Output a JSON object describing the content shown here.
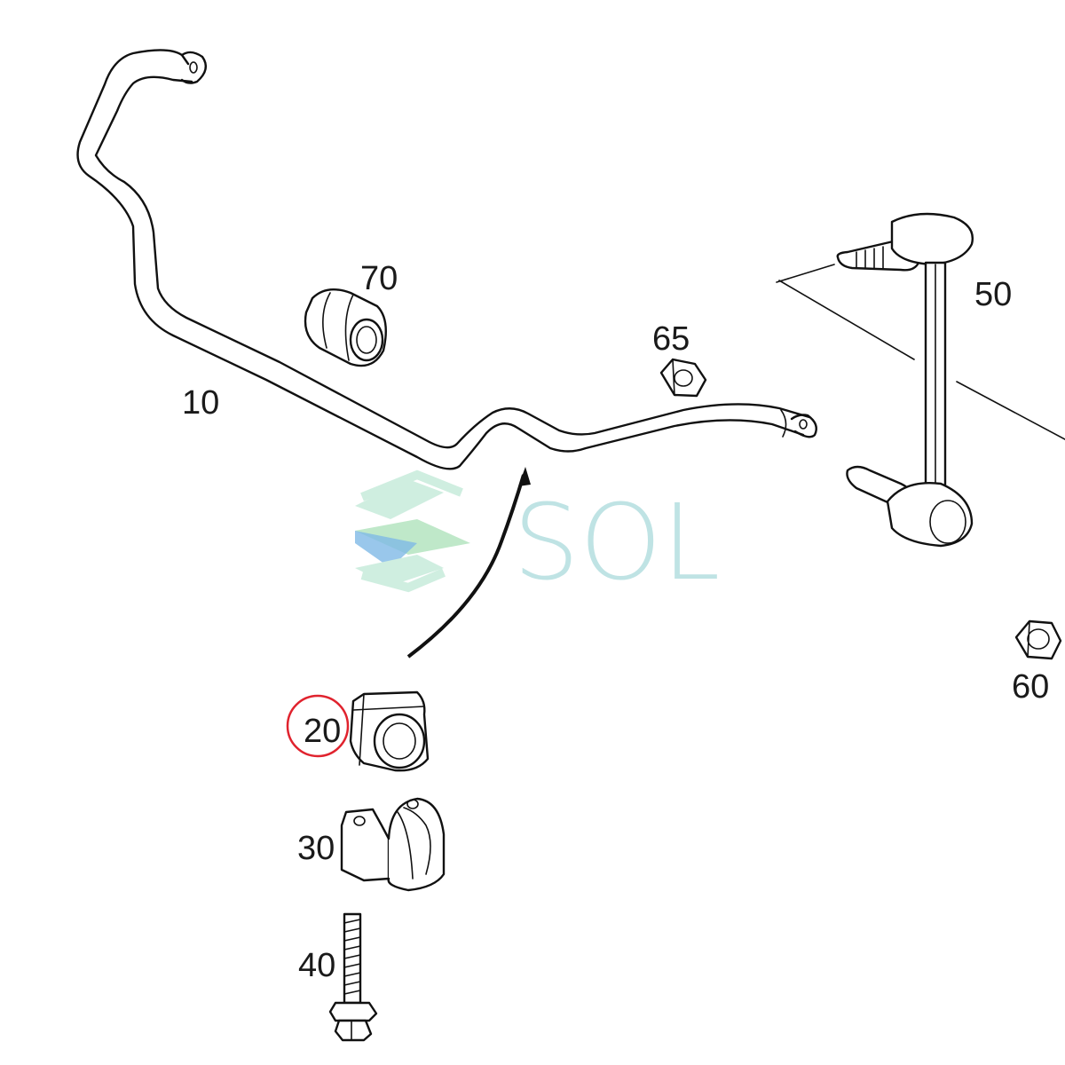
{
  "colors": {
    "line": "#111111",
    "highlight": "#e0232e",
    "watermark_text": "#bfe3e4",
    "watermark_blue": "#7fb9e6",
    "watermark_green": "#bfe8c9"
  },
  "watermark": {
    "text": "SOL"
  },
  "parts": [
    {
      "id": "stabilizer-bar",
      "label": "10"
    },
    {
      "id": "bushing",
      "label": "20",
      "highlighted": true
    },
    {
      "id": "bracket",
      "label": "30"
    },
    {
      "id": "bolt",
      "label": "40"
    },
    {
      "id": "link-rod",
      "label": "50"
    },
    {
      "id": "nut-large",
      "label": "60"
    },
    {
      "id": "nut-small",
      "label": "65"
    },
    {
      "id": "rubber-mount",
      "label": "70"
    }
  ]
}
